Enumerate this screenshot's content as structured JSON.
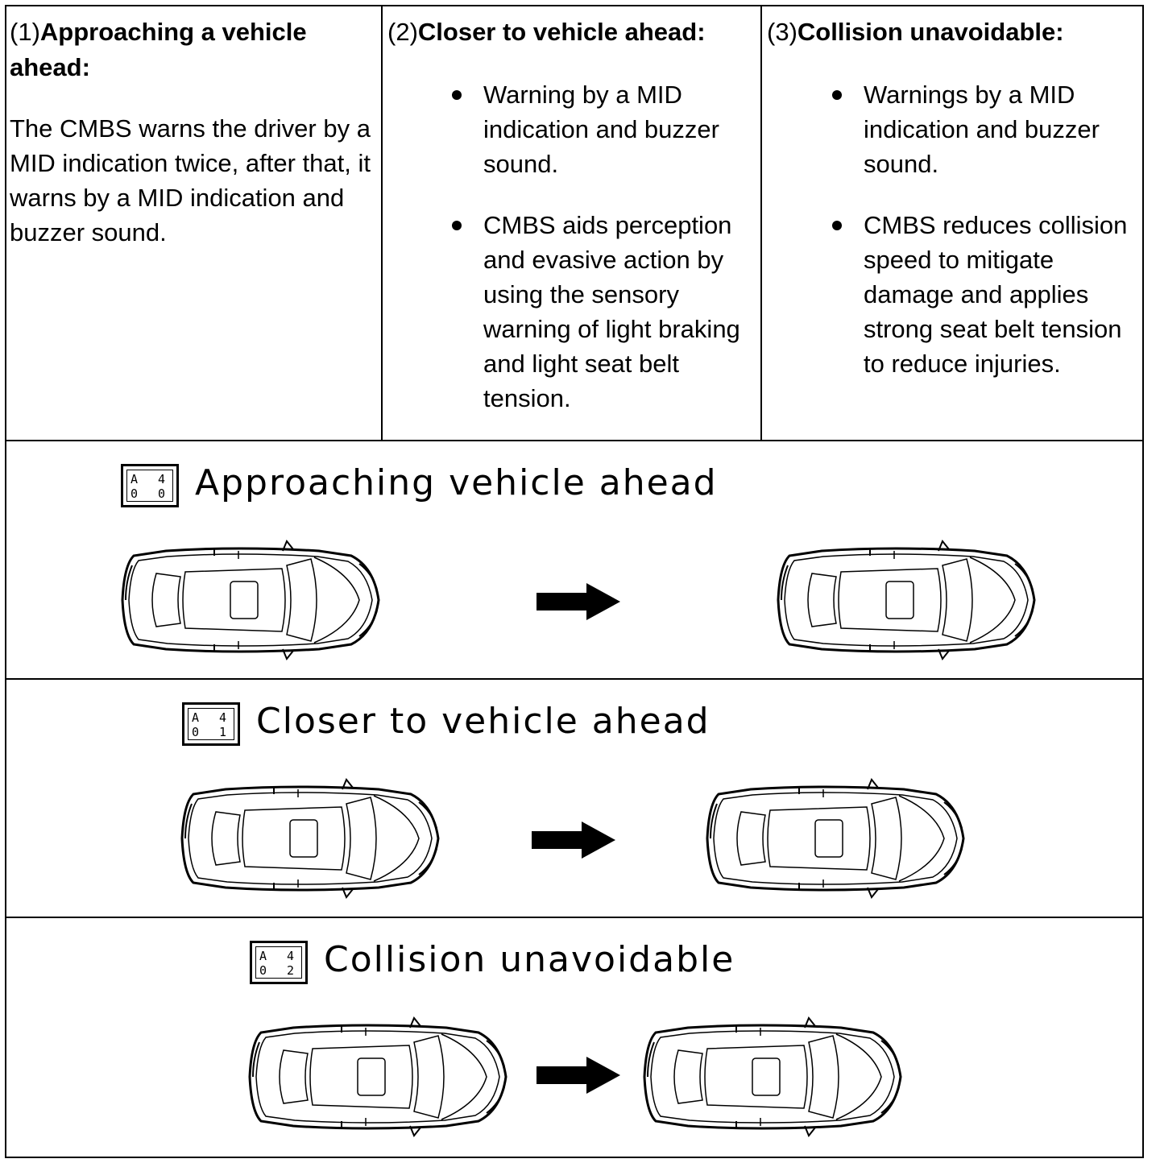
{
  "columns": [
    {
      "number": "(1)",
      "title": "Approaching a vehicle ahead:",
      "text": "The CMBS warns the driver by a MID indication twice, after that, it warns by a MID indication and buzzer sound."
    },
    {
      "number": "(2)",
      "title": "Closer to vehicle ahead:",
      "bullets": [
        "Warning by a MID indication and buzzer sound.",
        "CMBS aids perception and evasive action by using the sensory warning of light braking and light seat belt tension."
      ]
    },
    {
      "number": "(3)",
      "title": "Collision unavoidable:",
      "bullets": [
        "Warnings by a MID indication and buzzer sound.",
        "CMBS reduces collision speed to mitigate damage and applies strong seat belt tension to reduce injuries."
      ]
    }
  ],
  "panels": [
    {
      "title": "Approaching vehicle ahead",
      "icon": {
        "tl": "A",
        "tr": "4",
        "bl": "0",
        "br": "0"
      }
    },
    {
      "title": "Closer to vehicle ahead",
      "icon": {
        "tl": "A",
        "tr": "4",
        "bl": "0",
        "br": "1"
      }
    },
    {
      "title": "Collision unavoidable",
      "icon": {
        "tl": "A",
        "tr": "4",
        "bl": "0",
        "br": "2"
      }
    }
  ]
}
